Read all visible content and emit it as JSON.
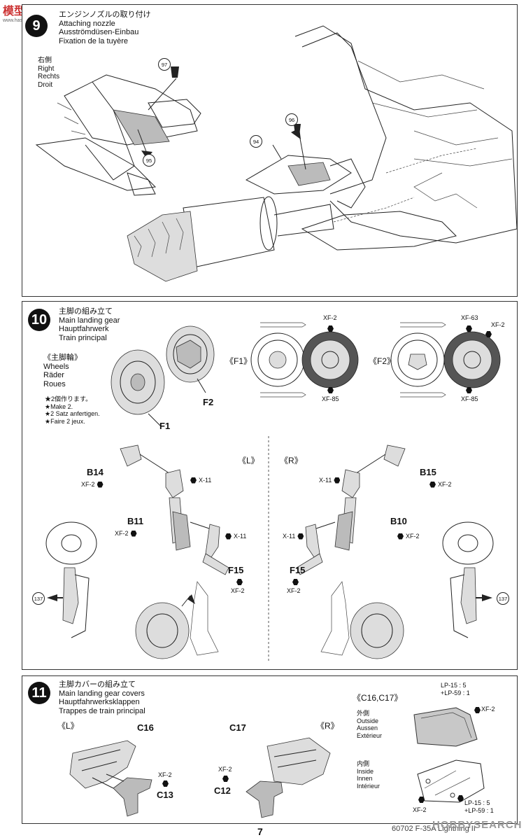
{
  "watermark_top": {
    "title": "模型网",
    "sub": "www.hasegawa.ltd"
  },
  "step9": {
    "number": "9",
    "title_ja": "エンジンノズルの取り付け",
    "title_en": "Attaching nozzle",
    "title_de": "Ausströmdüsen-Einbau",
    "title_fr": "Fixation de la tuyère",
    "side_ja": "右側",
    "side_en": "Right",
    "side_de": "Rechts",
    "side_fr": "Droit",
    "parts": [
      "97",
      "95",
      "96",
      "94"
    ]
  },
  "step10": {
    "number": "10",
    "title_ja": "主脚の組み立て",
    "title_en": "Main landing gear",
    "title_de": "Hauptfahrwerk",
    "title_fr": "Train principal",
    "wheels_ja": "《主脚輪》",
    "wheels_en": "Wheels",
    "wheels_de": "Räder",
    "wheels_fr": "Roues",
    "make_ja": "★2個作ります。",
    "make_en": "★Make 2.",
    "make_de": "★2 Satz anfertigen.",
    "make_fr": "★Faire 2 jeux.",
    "f1_label": "《F1》",
    "f2_label": "《F2》",
    "part_f1": "F1",
    "part_f2": "F2",
    "paints_f1": [
      "XF-2",
      "XF-85"
    ],
    "paints_f2": [
      "XF-63",
      "XF-2",
      "XF-85"
    ],
    "left_label": "《L》",
    "right_label": "《R》",
    "left_parts": {
      "b14": "B14",
      "b11": "B11",
      "f15": "F15"
    },
    "right_parts": {
      "b15": "B15",
      "b10": "B10",
      "f15": "F15"
    },
    "paint_xf2": "XF-2",
    "paint_x11": "X-11",
    "ref_part": "137"
  },
  "step11": {
    "number": "11",
    "title_ja": "主脚カバーの組み立て",
    "title_en": "Main landing gear covers",
    "title_de": "Hauptfahrwerksklappen",
    "title_fr": "Trappes de train principal",
    "left_label": "《L》",
    "right_label": "《R》",
    "parts": {
      "c16": "C16",
      "c13": "C13",
      "c17": "C17",
      "c12": "C12"
    },
    "detail_label": "《C16,C17》",
    "outside_ja": "外側",
    "outside_en": "Outside",
    "outside_de": "Aussen",
    "outside_fr": "Extérieur",
    "inside_ja": "内側",
    "inside_en": "Inside",
    "inside_de": "Innen",
    "inside_fr": "Intérieur",
    "mix1": "LP-15 : 5",
    "mix2": "+LP-59 : 1",
    "paint_xf2": "XF-2"
  },
  "page_number": "7",
  "footer_code": "60702 F-35A Lightning II",
  "watermark_bottom": "HOBBYSEARCH"
}
